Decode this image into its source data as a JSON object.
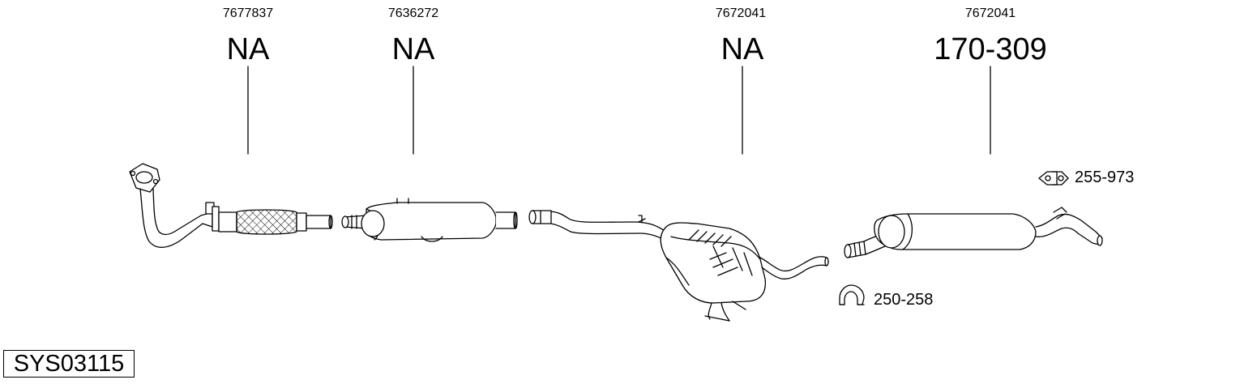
{
  "parts": [
    {
      "ref": "7677837",
      "code": "NA",
      "item": "front-pipe"
    },
    {
      "ref": "7636272",
      "code": "NA",
      "item": "center-silencer"
    },
    {
      "ref": "7672041",
      "code": "NA",
      "item": "middle-silencer"
    },
    {
      "ref": "7672041",
      "code": "170-309",
      "item": "rear-silencer"
    }
  ],
  "accessories": [
    {
      "code": "255-973",
      "icon": "rubber-mount-icon"
    },
    {
      "code": "250-258",
      "icon": "clamp-icon"
    }
  ],
  "system_code": "SYS03115",
  "colors": {
    "line": "#000000",
    "fill": "#ffffff"
  }
}
